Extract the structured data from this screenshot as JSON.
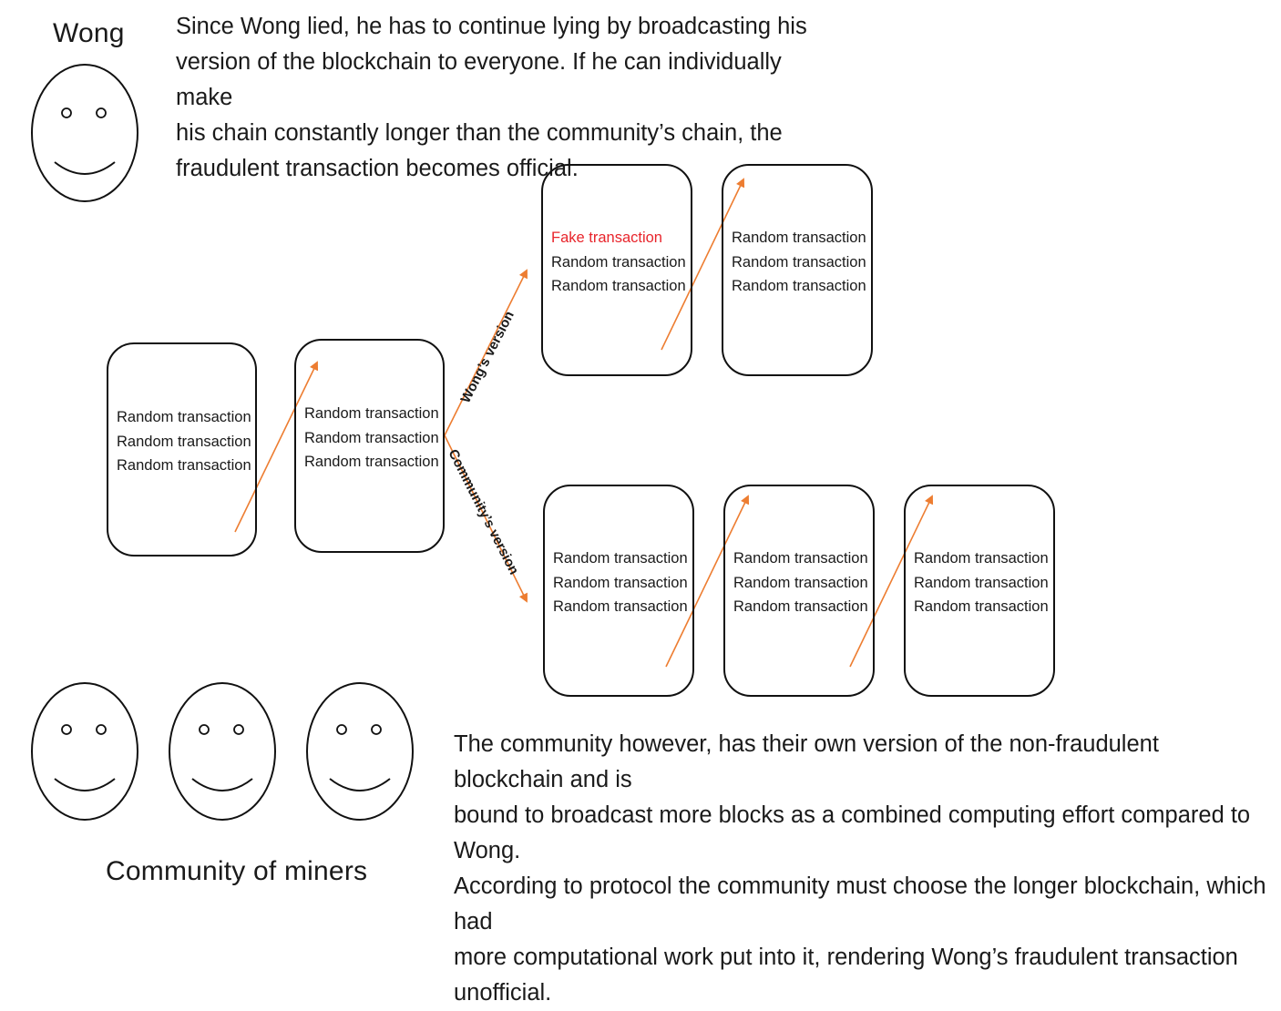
{
  "wong": {
    "label": "Wong",
    "description": "Since Wong lied, he has to continue lying by broadcasting his\nversion of the blockchain to everyone. If he can individually make\nhis chain constantly longer than the community’s chain, the\nfraudulent transaction becomes official."
  },
  "community": {
    "label": "Community of miners",
    "description": "The community however, has their own version of the non-fraudulent blockchain and is\nbound to broadcast more blocks as a combined computing effort compared to Wong.\nAccording to protocol the community must choose the longer blockchain, which had\nmore computational work put into it, rendering Wong’s fraudulent transaction\nunofficial."
  },
  "branches": {
    "wong_label": "Wong’s version",
    "community_label": "Community’s version"
  },
  "blocks": {
    "shared_1": {
      "transactions": [
        "Random transaction",
        "Random transaction",
        "Random transaction"
      ]
    },
    "shared_2": {
      "transactions": [
        "Random transaction",
        "Random transaction",
        "Random transaction"
      ]
    },
    "wong_1": {
      "transactions": [
        "Fake transaction",
        "Random transaction",
        "Random transaction"
      ]
    },
    "wong_2": {
      "transactions": [
        "Random transaction",
        "Random transaction",
        "Random transaction"
      ]
    },
    "community_1": {
      "transactions": [
        "Random transaction",
        "Random transaction",
        "Random transaction"
      ]
    },
    "community_2": {
      "transactions": [
        "Random transaction",
        "Random transaction",
        "Random transaction"
      ]
    },
    "community_3": {
      "transactions": [
        "Random transaction",
        "Random transaction",
        "Random transaction"
      ]
    }
  },
  "colors": {
    "arrow": "#ed7d31",
    "fake_transaction": "#e8242b",
    "outline": "#111111"
  }
}
